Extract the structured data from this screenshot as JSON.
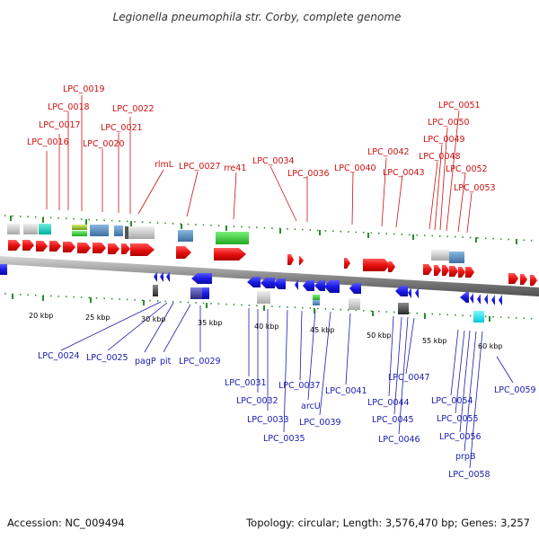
{
  "title": "Legionella pneumophila str. Corby, complete genome",
  "footer": {
    "accession": "Accession: NC_009494",
    "summary": "Topology: circular; Length: 3,576,470 bp; Genes: 3,257"
  },
  "colors": {
    "forward_gene": "#e81010",
    "reverse_gene": "#1a1ae6",
    "top_label": "#cc1111",
    "bottom_label": "#1a1ab0",
    "backbone": "#8a8a8a",
    "tick": "#2d8a2d"
  },
  "scale_ticks": [
    "20 kbp",
    "25 kbp",
    "30 kbp",
    "35 kbp",
    "40 kbp",
    "45 kbp",
    "50 kbp",
    "55 kbp",
    "60 kbp"
  ],
  "top_labels": [
    "LPC_0016",
    "LPC_0017",
    "LPC_0018",
    "LPC_0019",
    "LPC_0020",
    "LPC_0021",
    "LPC_0022",
    "rlmL",
    "LPC_0027",
    "rre41",
    "LPC_0034",
    "LPC_0036",
    "LPC_0040",
    "LPC_0042",
    "LPC_0043",
    "LPC_0048",
    "LPC_0049",
    "LPC_0050",
    "LPC_0051",
    "LPC_0052",
    "LPC_0053"
  ],
  "bottom_labels": [
    "LPC_0024",
    "LPC_0025",
    "pagP",
    "pit",
    "LPC_0029",
    "LPC_0031",
    "LPC_0032",
    "LPC_0033",
    "LPC_0035",
    "LPC_0037",
    "arcU",
    "LPC_0039",
    "LPC_0041",
    "LPC_0044",
    "LPC_0045",
    "LPC_0046",
    "LPC_0047",
    "LPC_0054",
    "LPC_0055",
    "LPC_0056",
    "prpB",
    "LPC_0058",
    "LPC_0059"
  ]
}
